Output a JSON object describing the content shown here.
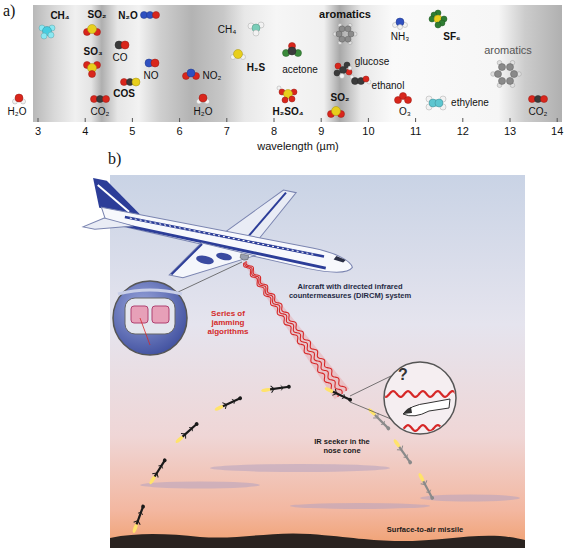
{
  "diagram": {
    "labels": [
      "a)",
      "CH₄",
      "SO₂",
      "N₂O",
      "SO₃",
      "CO",
      "NO",
      "NO₂",
      "COS",
      "CH₄",
      "H₂S",
      "aromatics",
      "NH₃",
      "SF₆",
      "acetone",
      "glucose",
      "ethanol",
      "aromatics",
      "H₂O",
      "CO₂",
      "H₂O",
      "H₂SO₄",
      "SO₂",
      "O₃",
      "ethylene",
      "CO₂",
      "3",
      "4",
      "5",
      "6",
      "7",
      "8",
      "9",
      "10",
      "11",
      "12",
      "13",
      "14",
      "wavelength (µm)",
      "b)",
      "Aircraft with directed infrared countermeasures (DIRCM) system",
      "Series of jamming algorithms",
      "?",
      "IR seeker in the nose cone",
      "Surface-to-air missile"
    ]
  }
}
